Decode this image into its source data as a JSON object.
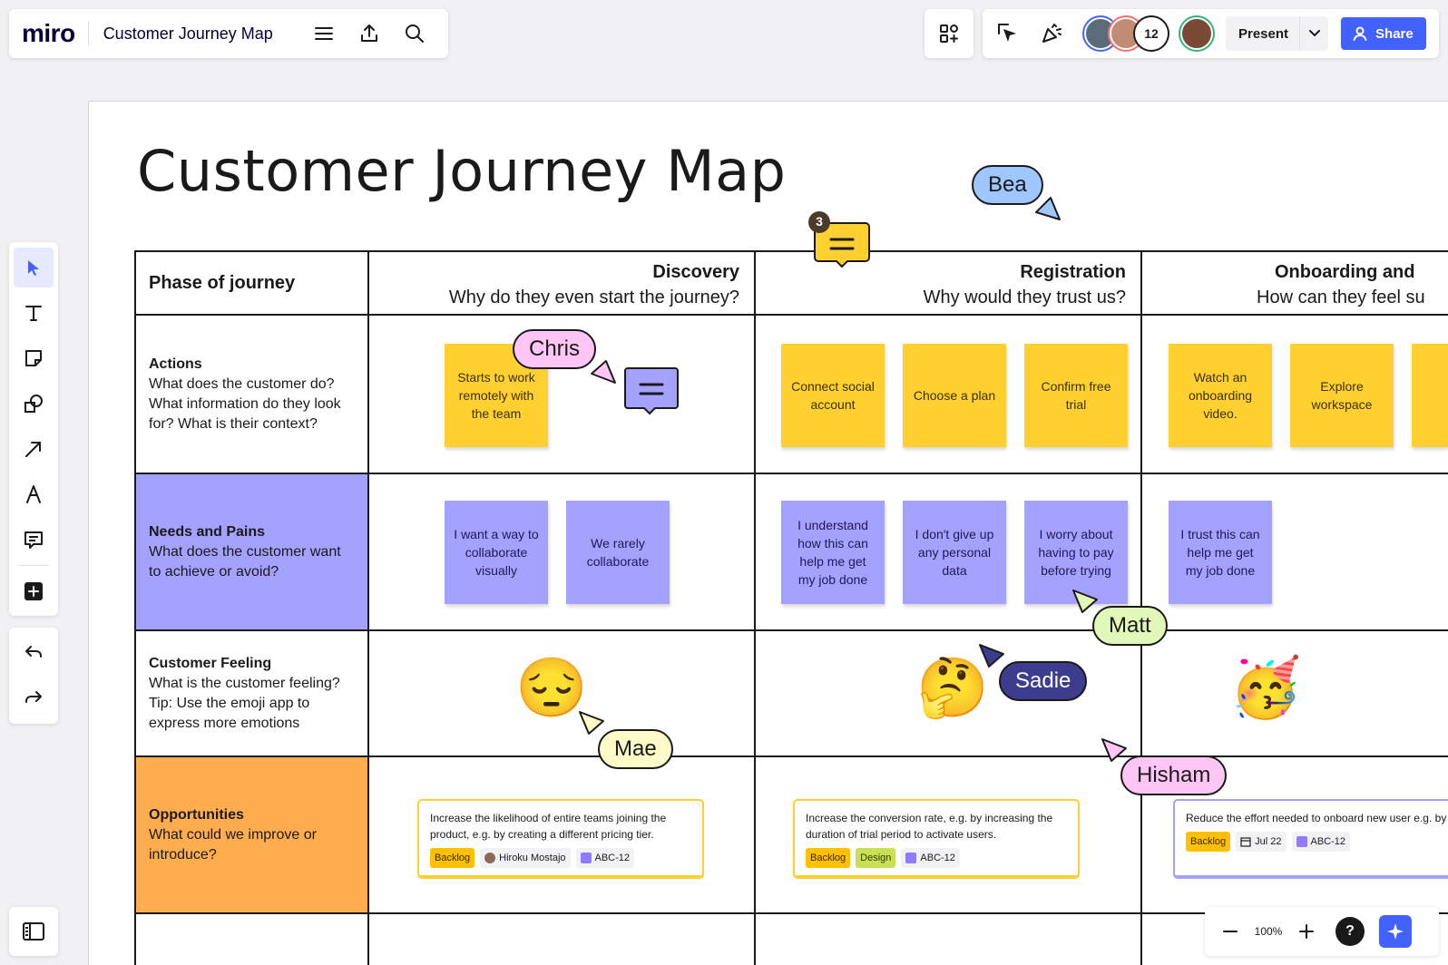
{
  "app": {
    "logo": "miro",
    "board_name": "Customer Journey Map",
    "collaborators_count": "12",
    "present_label": "Present",
    "share_label": "Share"
  },
  "colors": {
    "accent": "#4262ff",
    "sticky_yellow": "#ffd02f",
    "sticky_purple": "#a4a1ff",
    "needs_row": "#a4a1ff",
    "opportunities_row": "#ffad4f"
  },
  "toolbar_icons": [
    "select-icon",
    "text-icon",
    "sticky-note-icon",
    "shapes-icon",
    "arrow-icon",
    "pen-icon",
    "comment-icon",
    "add-icon",
    "undo-icon",
    "redo-icon"
  ],
  "zoom": {
    "value": "100%"
  },
  "map": {
    "title": "Customer Journey Map",
    "corner_label": "Phase of journey",
    "phases": [
      {
        "name": "Discovery",
        "question": "Why do they even start the journey?"
      },
      {
        "name": "Registration",
        "question": "Why would they trust us?"
      },
      {
        "name": "Onboarding and",
        "question": "How can they feel su"
      }
    ],
    "rows": [
      {
        "title": "Actions",
        "desc": "What does the customer do? What information do they look for? What is their context?"
      },
      {
        "title": "Needs and Pains",
        "desc": "What does the customer want to achieve or avoid?"
      },
      {
        "title": "Customer Feeling",
        "desc": "What is the customer feeling? Tip: Use the emoji app to express more emotions"
      },
      {
        "title": "Opportunities",
        "desc": "What could we improve or introduce?"
      }
    ],
    "actions": [
      [
        "Starts to work remotely with the team"
      ],
      [
        "Connect social account",
        "Choose a plan",
        "Confirm free trial"
      ],
      [
        "Watch an onboarding video.",
        "Explore workspace"
      ]
    ],
    "needs": [
      [
        "I want a way to collaborate visually",
        "We rarely collaborate"
      ],
      [
        "I understand how this can help me get my job done",
        "I don't give up any personal data",
        "I worry about having to pay before trying"
      ],
      [
        "I trust this can help me get my job done"
      ]
    ],
    "feelings": [
      "😔",
      "🤔",
      "🥳"
    ],
    "opportunities": [
      {
        "text": "Increase the likelihood of entire teams joining the product, e.g. by creating a different pricing tier.",
        "tags": [
          "Backlog",
          "Hiroku Mostajo",
          "ABC-12"
        ]
      },
      {
        "text": "Increase the conversion rate, e.g. by increasing the duration of trial period to activate users.",
        "tags": [
          "Backlog",
          "Design",
          "ABC-12"
        ]
      },
      {
        "text": "Reduce the effort needed to onboard new user e.g. by implementing visual tutorials.",
        "tags": [
          "Backlog",
          "Jul 22",
          "ABC-12"
        ]
      }
    ]
  },
  "comments": {
    "badge_count": "3"
  },
  "cursors": [
    {
      "name": "Bea",
      "color": "#9fc6ff"
    },
    {
      "name": "Chris",
      "color": "#ffc6f5"
    },
    {
      "name": "Matt",
      "color": "#e2f8b8"
    },
    {
      "name": "Sadie",
      "color": "#3d3c8f"
    },
    {
      "name": "Mae",
      "color": "#fdfbc8"
    },
    {
      "name": "Hisham",
      "color": "#ffc6f5"
    }
  ]
}
